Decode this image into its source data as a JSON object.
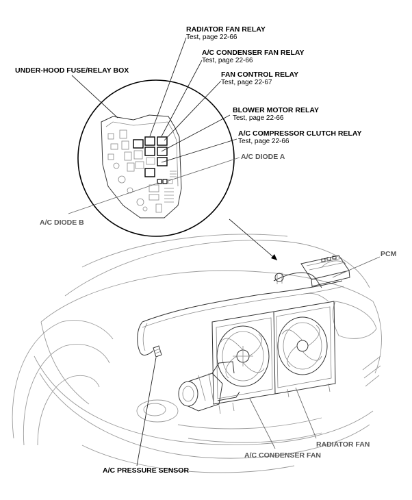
{
  "labels": {
    "underhood_box": "UNDER-HOOD FUSE/RELAY BOX",
    "radiator_fan_relay": {
      "title": "RADIATOR FAN RELAY",
      "test": "Test, page 22-66"
    },
    "ac_condenser_fan_relay": {
      "title": "A/C CONDENSER FAN RELAY",
      "test": "Test, page 22-66"
    },
    "fan_control_relay": {
      "title": "FAN CONTROL RELAY",
      "test": "Test, page 22-67"
    },
    "blower_motor_relay": {
      "title": "BLOWER MOTOR RELAY",
      "test": "Test, page 22-66"
    },
    "ac_compressor_clutch_relay": {
      "title": "A/C COMPRESSOR CLUTCH RELAY",
      "test": "Test, page 22-66"
    },
    "ac_diode_a": "A/C DIODE A",
    "ac_diode_b": "A/C DIODE B",
    "pcm": "PCM",
    "radiator_fan": "RADIATOR FAN",
    "ac_condenser_fan": "A/C CONDENSER FAN",
    "ac_pressure_sensor": "A/C PRESSURE SENSOR"
  }
}
